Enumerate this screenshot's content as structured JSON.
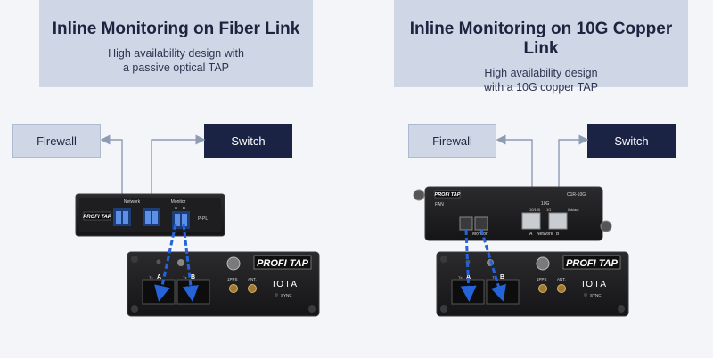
{
  "left": {
    "title": "Inline Monitoring on Fiber Link",
    "subtitle_line1": "High availability design with",
    "subtitle_line2": "a passive optical TAP",
    "firewall_label": "Firewall",
    "switch_label": "Switch",
    "tap": {
      "network_label": "Network",
      "monitor_label": "Monitor",
      "port_a": "A",
      "port_b": "B",
      "model": "P-PL",
      "brand": "PROFI TAP"
    }
  },
  "right": {
    "title": "Inline Monitoring on 10G Copper Link",
    "subtitle_line1": "High availability design",
    "subtitle_line2": "with a 10G copper TAP",
    "firewall_label": "Firewall",
    "switch_label": "Switch",
    "tap": {
      "fan_label": "FAN",
      "model": "C1R-10G",
      "monitor_label": "Monitor",
      "network_label": "Network",
      "port_a": "A",
      "port_b": "B",
      "speed_label": "10G",
      "speed_100": "10/100",
      "speed_1g": "1G",
      "link_label": "link/act",
      "brand": "PROFI TAP"
    }
  },
  "iota": {
    "brand": "PROFI TAP",
    "logo": "IOTA",
    "pps": "1PPS",
    "ant": "ANT.",
    "sync": "SYNC",
    "port_a": "A",
    "port_b": "B",
    "tx": "Tx",
    "rx": "Rx"
  },
  "colors": {
    "title_box": "#cfd7e6",
    "switch_box": "#1a2344",
    "accent_blue": "#2563d9",
    "device_dark": "#1c1c1e"
  }
}
